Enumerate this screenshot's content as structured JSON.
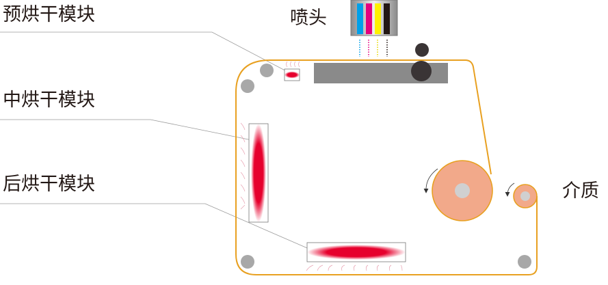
{
  "labels": {
    "pre_dryer": "预烘干模块",
    "mid_dryer": "中烘干模块",
    "post_dryer": "后烘干模块",
    "print_head": "喷头",
    "media": "介质"
  },
  "colors": {
    "belt": "#E8A020",
    "heater": "#E6002D",
    "cyan": "#00A0E9",
    "magenta": "#E4007F",
    "yellow": "#FFF100",
    "black": "#231815",
    "roller": "#A8A8A8",
    "media_roll": "#F2A98A"
  }
}
